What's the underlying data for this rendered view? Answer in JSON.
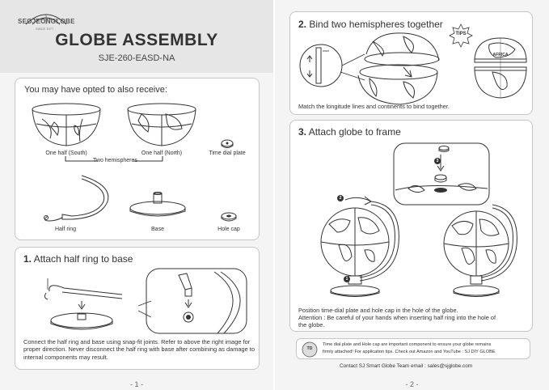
{
  "brand": {
    "name": "SEOJEONGLOBE",
    "since": "SINCE 1977"
  },
  "header": {
    "title": "GLOBE ASSEMBLY",
    "model": "SJE-260-EASD-NA"
  },
  "extras": {
    "heading": "You may have opted to also receive:",
    "items": {
      "south": "One half (South)",
      "north": "One half (North)",
      "time_dial": "Time dial plate",
      "two_hemispheres": "Two hemispheres",
      "half_ring": "Half ring",
      "base": "Base",
      "hole_cap": "Hole cap"
    }
  },
  "step1": {
    "num": "1.",
    "title": "Attach half ring to base",
    "text": "Connect the half ring and base using snap-fit joints.  Refer to above the right image for proper direction. Never disconnect the half ring with base after combining as damage to internal components may result."
  },
  "step2": {
    "num": "2.",
    "title": "Bind two hemispheres together",
    "tips": "TIPS",
    "africa": "AFRICA",
    "text": "Match the longitude lines and continents to bind together."
  },
  "step3": {
    "num": "3.",
    "title": "Attach globe to frame",
    "line1": "Position time-dial plate and hole cap in the hole of the globe.",
    "line2": "Attention :  Be careful of your hands when inserting half ring into the hole of",
    "line3": "the globe.",
    "markers": [
      "1",
      "2",
      "3"
    ]
  },
  "note": {
    "badge": "TD",
    "line1": "Time dial plate and Hole cap are important component to ensure your globe remains",
    "line2": "firmly attached! For application tips. Check out Amazon and YouTube : SJ DIY GLOBE"
  },
  "contact": "Contact SJ Smart Globe Team   email : sales@sjglobe.com",
  "pages": {
    "left": "- 1 -",
    "right": "- 2 -"
  }
}
